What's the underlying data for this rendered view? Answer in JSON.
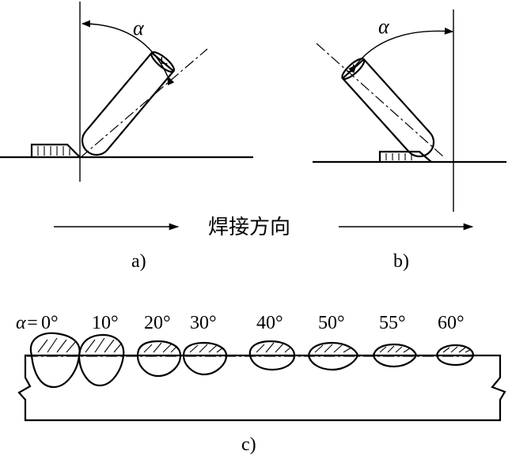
{
  "panels": {
    "a": {
      "label": "a)",
      "angle_symbol": "α"
    },
    "b": {
      "label": "b)",
      "angle_symbol": "α"
    },
    "c": {
      "label": "c)"
    }
  },
  "direction": {
    "label": "焊接方向"
  },
  "beads": {
    "prefix": "α=",
    "angles": [
      "0°",
      "10°",
      "20°",
      "30°",
      "40°",
      "50°",
      "55°",
      "60°"
    ]
  }
}
